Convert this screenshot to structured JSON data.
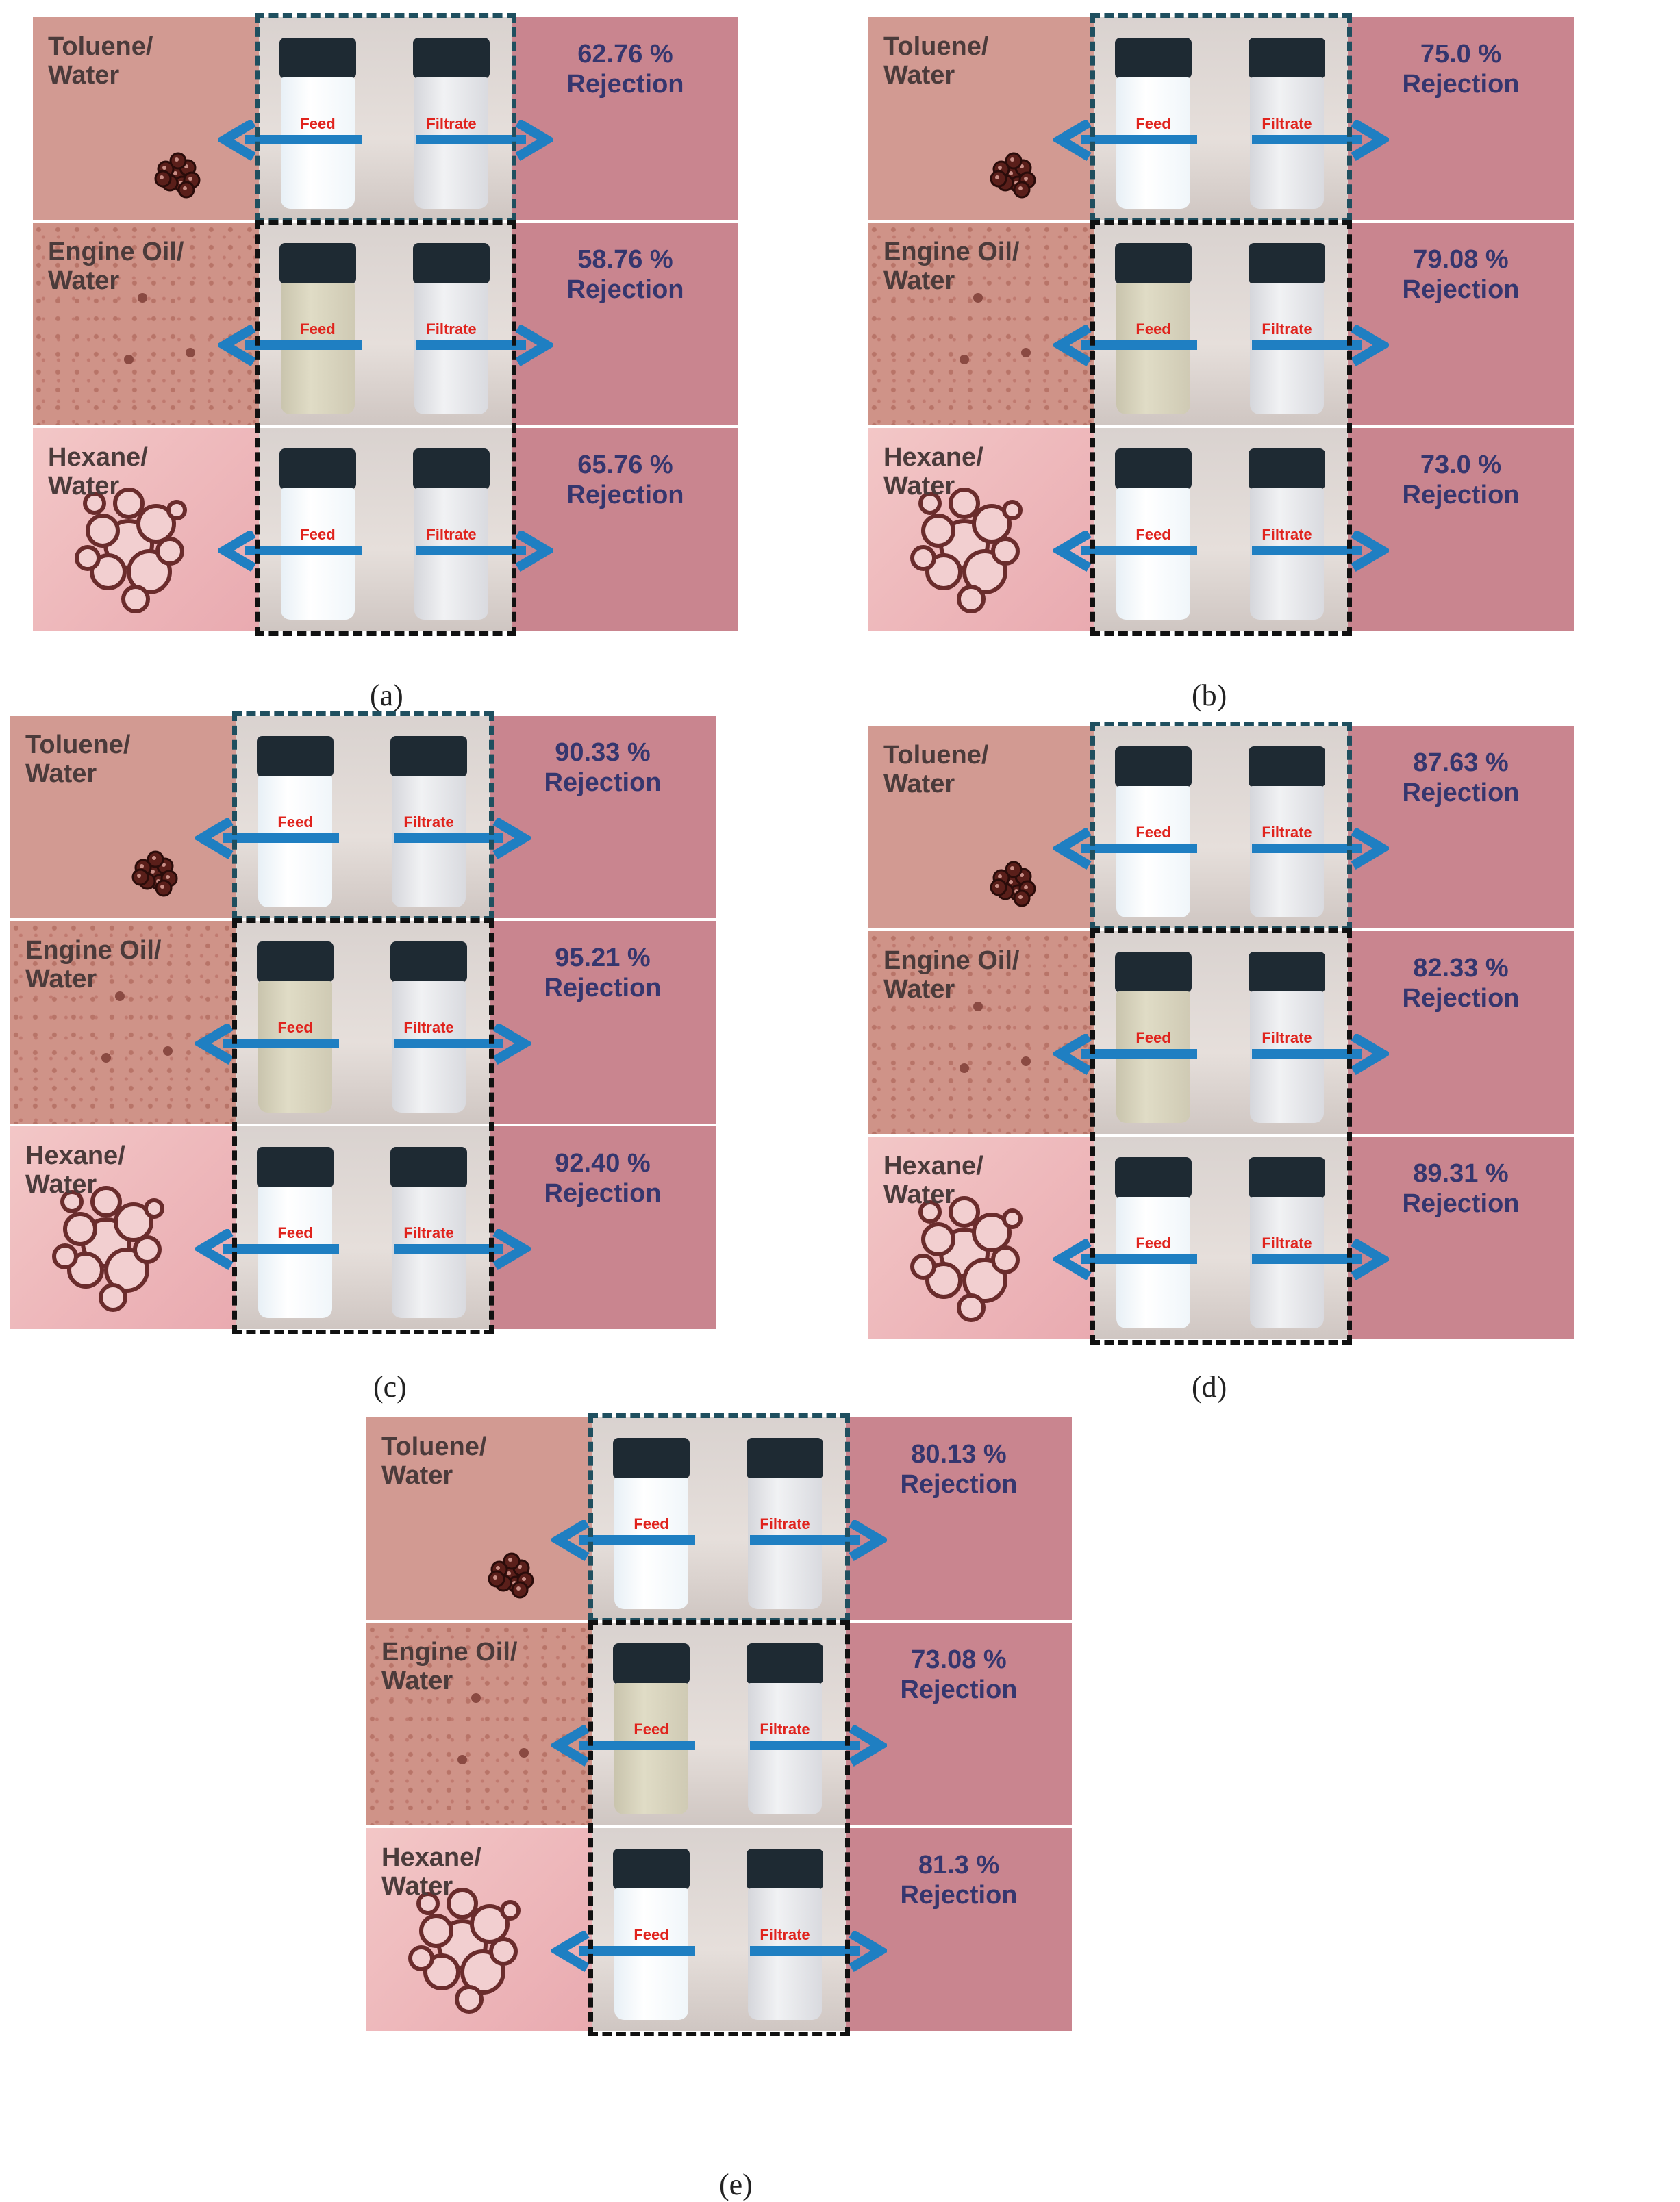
{
  "rows": [
    {
      "label": "Toluene/\nWater",
      "kind": "tol"
    },
    {
      "label": "Engine Oil/\nWater",
      "kind": "oil"
    },
    {
      "label": "Hexane/\nWater",
      "kind": "hex"
    }
  ],
  "vial_labels": {
    "feed": "Feed",
    "filtrate": "Filtrate"
  },
  "rejection_word": "Rejection",
  "panels": [
    {
      "caption": "(a)",
      "values": [
        "62.76 %",
        "58.76 %",
        "65.76 %"
      ]
    },
    {
      "caption": "(b)",
      "values": [
        "75.0 %",
        "79.08 %",
        "73.0 %"
      ]
    },
    {
      "caption": "(c)",
      "values": [
        "90.33 %",
        "95.21 %",
        "92.40 %"
      ]
    },
    {
      "caption": "(d)",
      "values": [
        "87.63 %",
        "82.33 %",
        "89.31 %"
      ]
    },
    {
      "caption": "(e)",
      "values": [
        "80.13 %",
        "73.08 %",
        "81.3 %"
      ]
    }
  ],
  "colors": {
    "arrow": "#1f7fc2",
    "label_red": "#e0231d",
    "rejection_text": "#35366e"
  }
}
